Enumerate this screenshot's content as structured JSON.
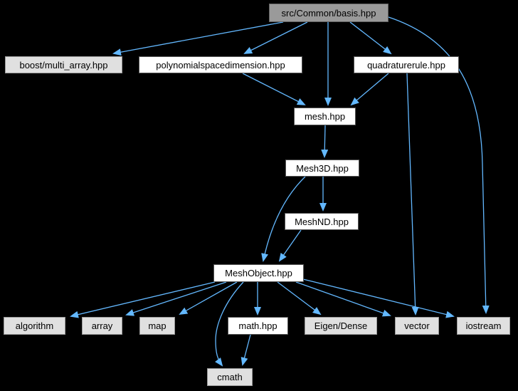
{
  "diagram": {
    "type": "include-dependency-graph",
    "background_color": "#000000",
    "edge_color": "#63B8FF",
    "node_colors": {
      "current_fill": "#9a9a9a",
      "internal_fill": "#ffffff",
      "external_fill": "#e0e0e0"
    },
    "nodes": [
      {
        "label": "src/Common/basis.hpp",
        "type": "current"
      },
      {
        "label": "boost/multi_array.hpp",
        "type": "external"
      },
      {
        "label": "polynomialspacedimension.hpp",
        "type": "internal"
      },
      {
        "label": "quadraturerule.hpp",
        "type": "internal"
      },
      {
        "label": "mesh.hpp",
        "type": "internal"
      },
      {
        "label": "Mesh3D.hpp",
        "type": "internal"
      },
      {
        "label": "MeshND.hpp",
        "type": "internal"
      },
      {
        "label": "MeshObject.hpp",
        "type": "internal"
      },
      {
        "label": "algorithm",
        "type": "external"
      },
      {
        "label": "array",
        "type": "external"
      },
      {
        "label": "map",
        "type": "external"
      },
      {
        "label": "math.hpp",
        "type": "internal"
      },
      {
        "label": "Eigen/Dense",
        "type": "external"
      },
      {
        "label": "vector",
        "type": "external"
      },
      {
        "label": "iostream",
        "type": "external"
      },
      {
        "label": "cmath",
        "type": "external"
      }
    ],
    "edges": [
      {
        "from": "src/Common/basis.hpp",
        "to": "boost/multi_array.hpp"
      },
      {
        "from": "src/Common/basis.hpp",
        "to": "polynomialspacedimension.hpp"
      },
      {
        "from": "src/Common/basis.hpp",
        "to": "mesh.hpp"
      },
      {
        "from": "src/Common/basis.hpp",
        "to": "quadraturerule.hpp"
      },
      {
        "from": "src/Common/basis.hpp",
        "to": "iostream"
      },
      {
        "from": "polynomialspacedimension.hpp",
        "to": "mesh.hpp"
      },
      {
        "from": "quadraturerule.hpp",
        "to": "mesh.hpp"
      },
      {
        "from": "quadraturerule.hpp",
        "to": "vector"
      },
      {
        "from": "mesh.hpp",
        "to": "Mesh3D.hpp"
      },
      {
        "from": "Mesh3D.hpp",
        "to": "MeshND.hpp"
      },
      {
        "from": "Mesh3D.hpp",
        "to": "MeshObject.hpp"
      },
      {
        "from": "MeshND.hpp",
        "to": "MeshObject.hpp"
      },
      {
        "from": "MeshObject.hpp",
        "to": "algorithm"
      },
      {
        "from": "MeshObject.hpp",
        "to": "array"
      },
      {
        "from": "MeshObject.hpp",
        "to": "map"
      },
      {
        "from": "MeshObject.hpp",
        "to": "math.hpp"
      },
      {
        "from": "MeshObject.hpp",
        "to": "Eigen/Dense"
      },
      {
        "from": "MeshObject.hpp",
        "to": "vector"
      },
      {
        "from": "MeshObject.hpp",
        "to": "iostream"
      },
      {
        "from": "MeshObject.hpp",
        "to": "cmath"
      },
      {
        "from": "math.hpp",
        "to": "cmath"
      }
    ]
  }
}
